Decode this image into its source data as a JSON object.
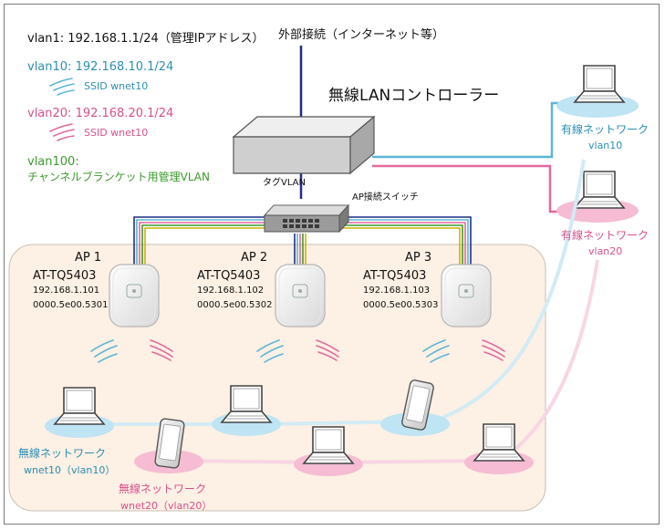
{
  "vlan_info": {
    "vlan1": "vlan1: 192.168.1.1/24（管理IPアドレス）",
    "vlan10": "vlan10: 192.168.10.1/24",
    "vlan10_ssid": "SSID wnet10",
    "vlan20": "vlan20: 192.168.20.1/24",
    "vlan20_ssid": "SSID wnet10",
    "vlan100_line1": "vlan100:",
    "vlan100_line2": "チャンネルブランケット用管理VLAN"
  },
  "external": "外部接続（インターネット等）",
  "controller": {
    "title": "無線LANコントローラー",
    "tag_vlan": "タグVLAN"
  },
  "switch": {
    "label": "AP接続スイッチ"
  },
  "aps": [
    {
      "name": "AP 1",
      "model": "AT-TQ5403",
      "ip": "192.168.1.101",
      "mac": "0000.5e00.5301"
    },
    {
      "name": "AP 2",
      "model": "AT-TQ5403",
      "ip": "192.168.1.102",
      "mac": "0000.5e00.5302"
    },
    {
      "name": "AP 3",
      "model": "AT-TQ5403",
      "ip": "192.168.1.103",
      "mac": "0000.5e00.5303"
    }
  ],
  "wired": {
    "vlan10": {
      "title": "有線ネットワーク",
      "sub": "vlan10"
    },
    "vlan20": {
      "title": "有線ネットワーク",
      "sub": "vlan20"
    }
  },
  "wireless": {
    "net10": {
      "title": "無線ネットワーク",
      "sub": "wnet10（vlan10）"
    },
    "net20": {
      "title": "無線ネットワーク",
      "sub": "wnet20（vlan20）"
    }
  },
  "colors": {
    "vlan10": "#5ab6d6",
    "vlan20": "#e2699c",
    "vlan100": "#3c9a2c",
    "trunk": "#1f2f8a",
    "area": "#fdf0e4",
    "blue_ellipse": "#bfe4f3",
    "pink_ellipse": "#f5bcd3"
  }
}
